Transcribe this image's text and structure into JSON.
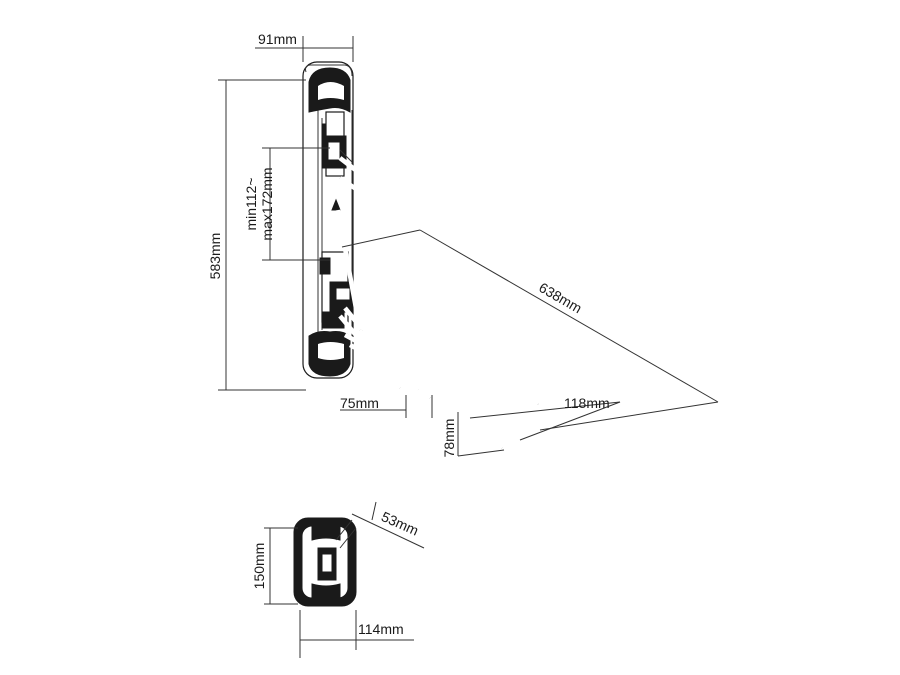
{
  "diagram": {
    "colors": {
      "line": "#1a1a1a",
      "background": "#ffffff"
    },
    "dimensions": {
      "width_top": "91mm",
      "height_total": "583mm",
      "adjust_min": "min112~",
      "adjust_max": "max172mm",
      "arm_length": "638mm",
      "bar_offset": "75mm",
      "hanger_width": "118mm",
      "hanger_height": "78mm",
      "small_depth": "53mm",
      "small_height": "150mm",
      "small_width": "114mm"
    }
  }
}
